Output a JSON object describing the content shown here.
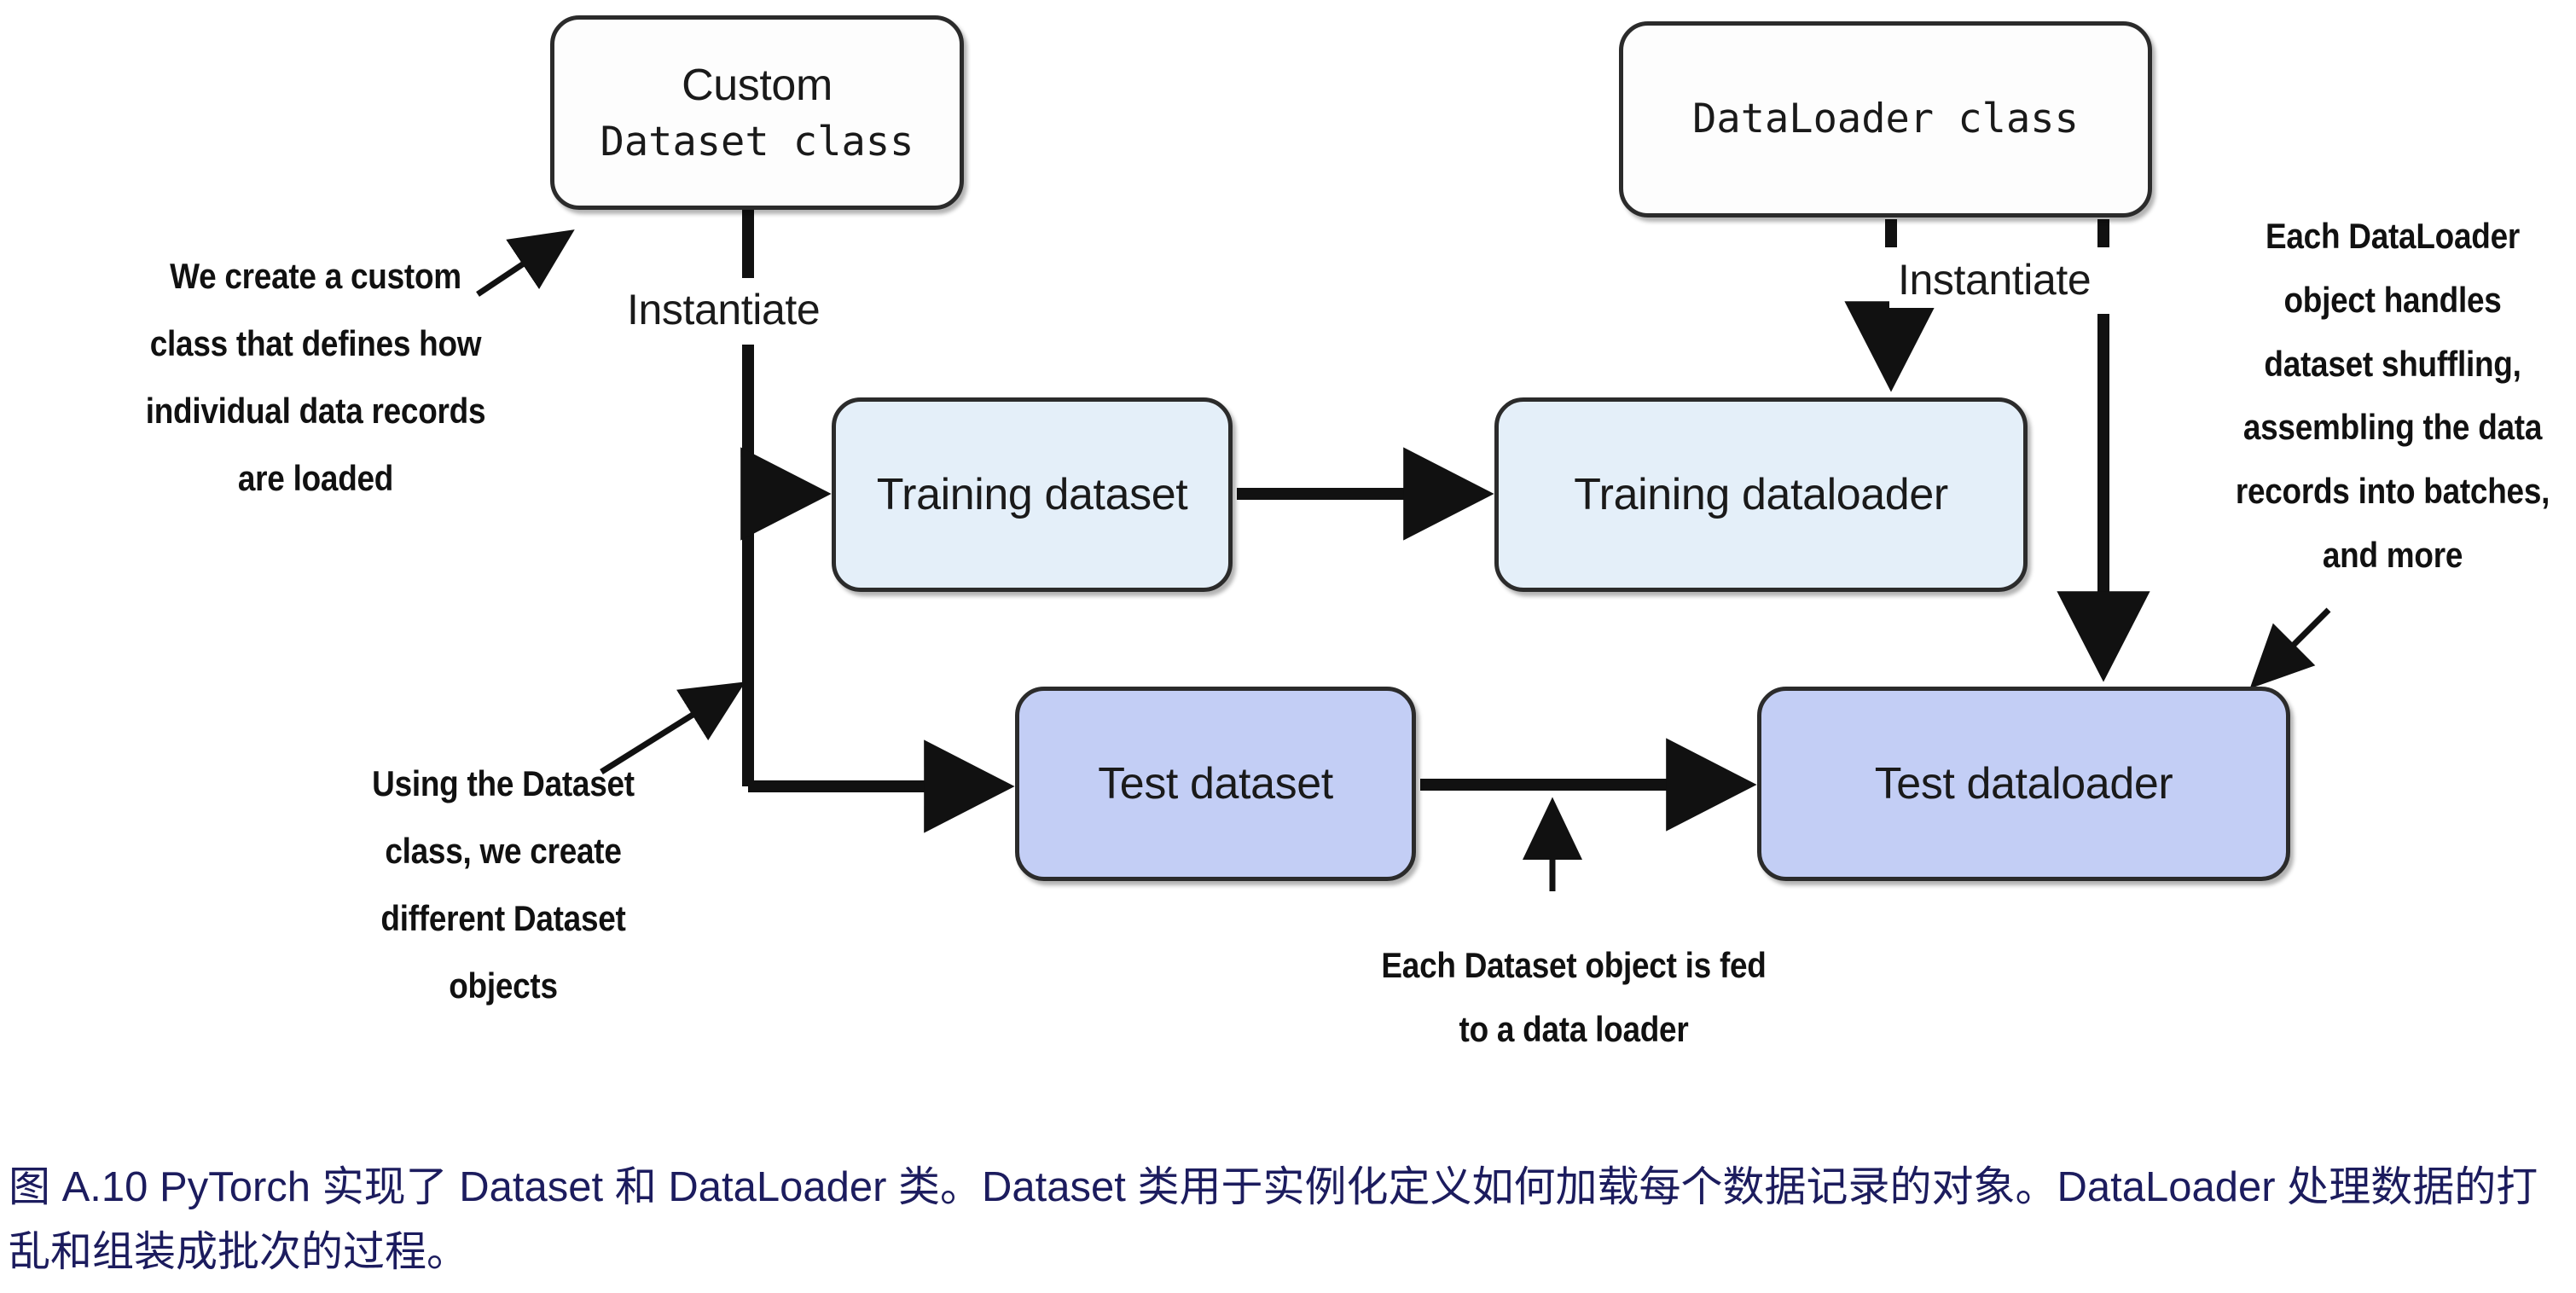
{
  "nodes": {
    "custom_dataset_class": {
      "line1": "Custom",
      "line2": "Dataset class",
      "fill": "#fdfdfd"
    },
    "dataloader_class": {
      "label": "DataLoader class",
      "fill": "#fdfdfd"
    },
    "training_dataset": {
      "label": "Training dataset",
      "fill": "#e4eff9"
    },
    "training_dataloader": {
      "label": "Training dataloader",
      "fill": "#e4eff9"
    },
    "test_dataset": {
      "label": "Test dataset",
      "fill": "#c3cef5"
    },
    "test_dataloader": {
      "label": "Test dataloader",
      "fill": "#c3cef5"
    }
  },
  "flow_labels": {
    "instantiate_left": "Instantiate",
    "instantiate_right": "Instantiate"
  },
  "annotations": {
    "create_custom_class": "We create a custom class that defines how individual data records are loaded",
    "using_dataset_class": "Using the Dataset class, we create different Dataset objects",
    "each_dataloader": "Each DataLoader object handles dataset shuffling, assembling the data records into batches, and more",
    "each_dataset_object": "Each Dataset object is fed to a data loader"
  },
  "caption": {
    "text": "图 A.10 PyTorch 实现了 Dataset 和 DataLoader 类。Dataset 类用于实例化定义如何加载每个数据记录的对象。DataLoader 处理数据的打乱和组装成批次的过程。"
  },
  "colors": {
    "stroke": "#2b2b2b",
    "arrow": "#111111",
    "light_blue": "#e4eff9",
    "periwinkle": "#c3cef5",
    "caption_navy": "#1c1c5e"
  },
  "chart_data": {
    "type": "diagram",
    "title": "PyTorch Dataset and DataLoader classes",
    "nodes": [
      {
        "id": "custom-dataset-class",
        "label": "Custom Dataset class",
        "fill": "#fdfdfd"
      },
      {
        "id": "dataloader-class",
        "label": "DataLoader class",
        "fill": "#fdfdfd"
      },
      {
        "id": "training-dataset",
        "label": "Training dataset",
        "fill": "#e4eff9"
      },
      {
        "id": "training-dataloader",
        "label": "Training dataloader",
        "fill": "#e4eff9"
      },
      {
        "id": "test-dataset",
        "label": "Test dataset",
        "fill": "#c3cef5"
      },
      {
        "id": "test-dataloader",
        "label": "Test dataloader",
        "fill": "#c3cef5"
      }
    ],
    "edges": [
      {
        "from": "custom-dataset-class",
        "to": "training-dataset",
        "label": "Instantiate"
      },
      {
        "from": "custom-dataset-class",
        "to": "test-dataset",
        "label": "Instantiate"
      },
      {
        "from": "training-dataset",
        "to": "training-dataloader",
        "label": ""
      },
      {
        "from": "test-dataset",
        "to": "test-dataloader",
        "label": ""
      },
      {
        "from": "dataloader-class",
        "to": "training-dataloader",
        "label": "Instantiate"
      },
      {
        "from": "dataloader-class",
        "to": "test-dataloader",
        "label": "Instantiate"
      }
    ]
  }
}
